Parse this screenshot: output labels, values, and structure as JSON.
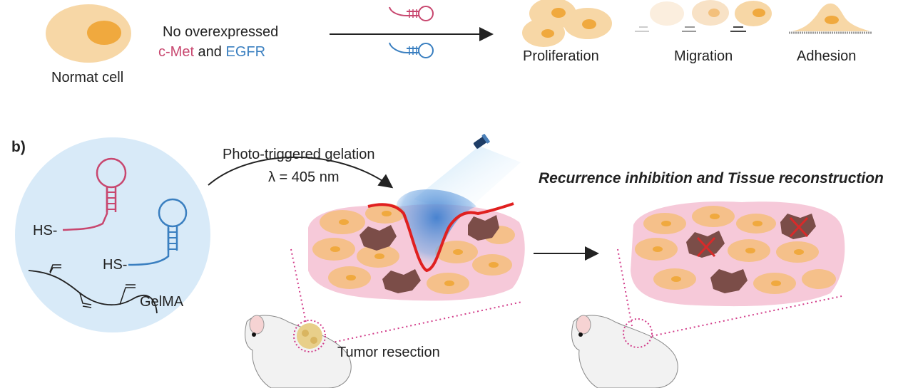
{
  "panel_a": {
    "normal_cell_label": "Normat cell",
    "condition_line1": "No overexpressed",
    "condition_cmet": "c-Met",
    "condition_and": " and ",
    "condition_egfr": "EGFR",
    "outcomes": [
      "Proliferation",
      "Migration",
      "Adhesion"
    ]
  },
  "panel_b": {
    "label": "b)",
    "process_line1": "Photo-triggered gelation",
    "process_line2": "λ = 405 nm",
    "hs_label": "HS-",
    "gelma_label": "GelMA",
    "tumor_resection": "Tumor resection",
    "result_title": "Recurrence inhibition and Tissue reconstruction"
  },
  "colors": {
    "cmet": "#c8476f",
    "egfr": "#3a7fc0",
    "cell_fill": "#f6c98c",
    "cell_nucleus": "#f0a93e",
    "tumor_cell": "#7b4d48",
    "tissue_pink": "#f6c9d9",
    "gel_blue": "#5b93d6",
    "bubble_blue": "#d8eaf8",
    "magenta_dots": "#d23d8a",
    "red_x": "#d82a2a"
  },
  "icons": [
    "aptamer-hairpin-icon",
    "flashlight-icon",
    "mouse-icon",
    "red-x-icon"
  ]
}
